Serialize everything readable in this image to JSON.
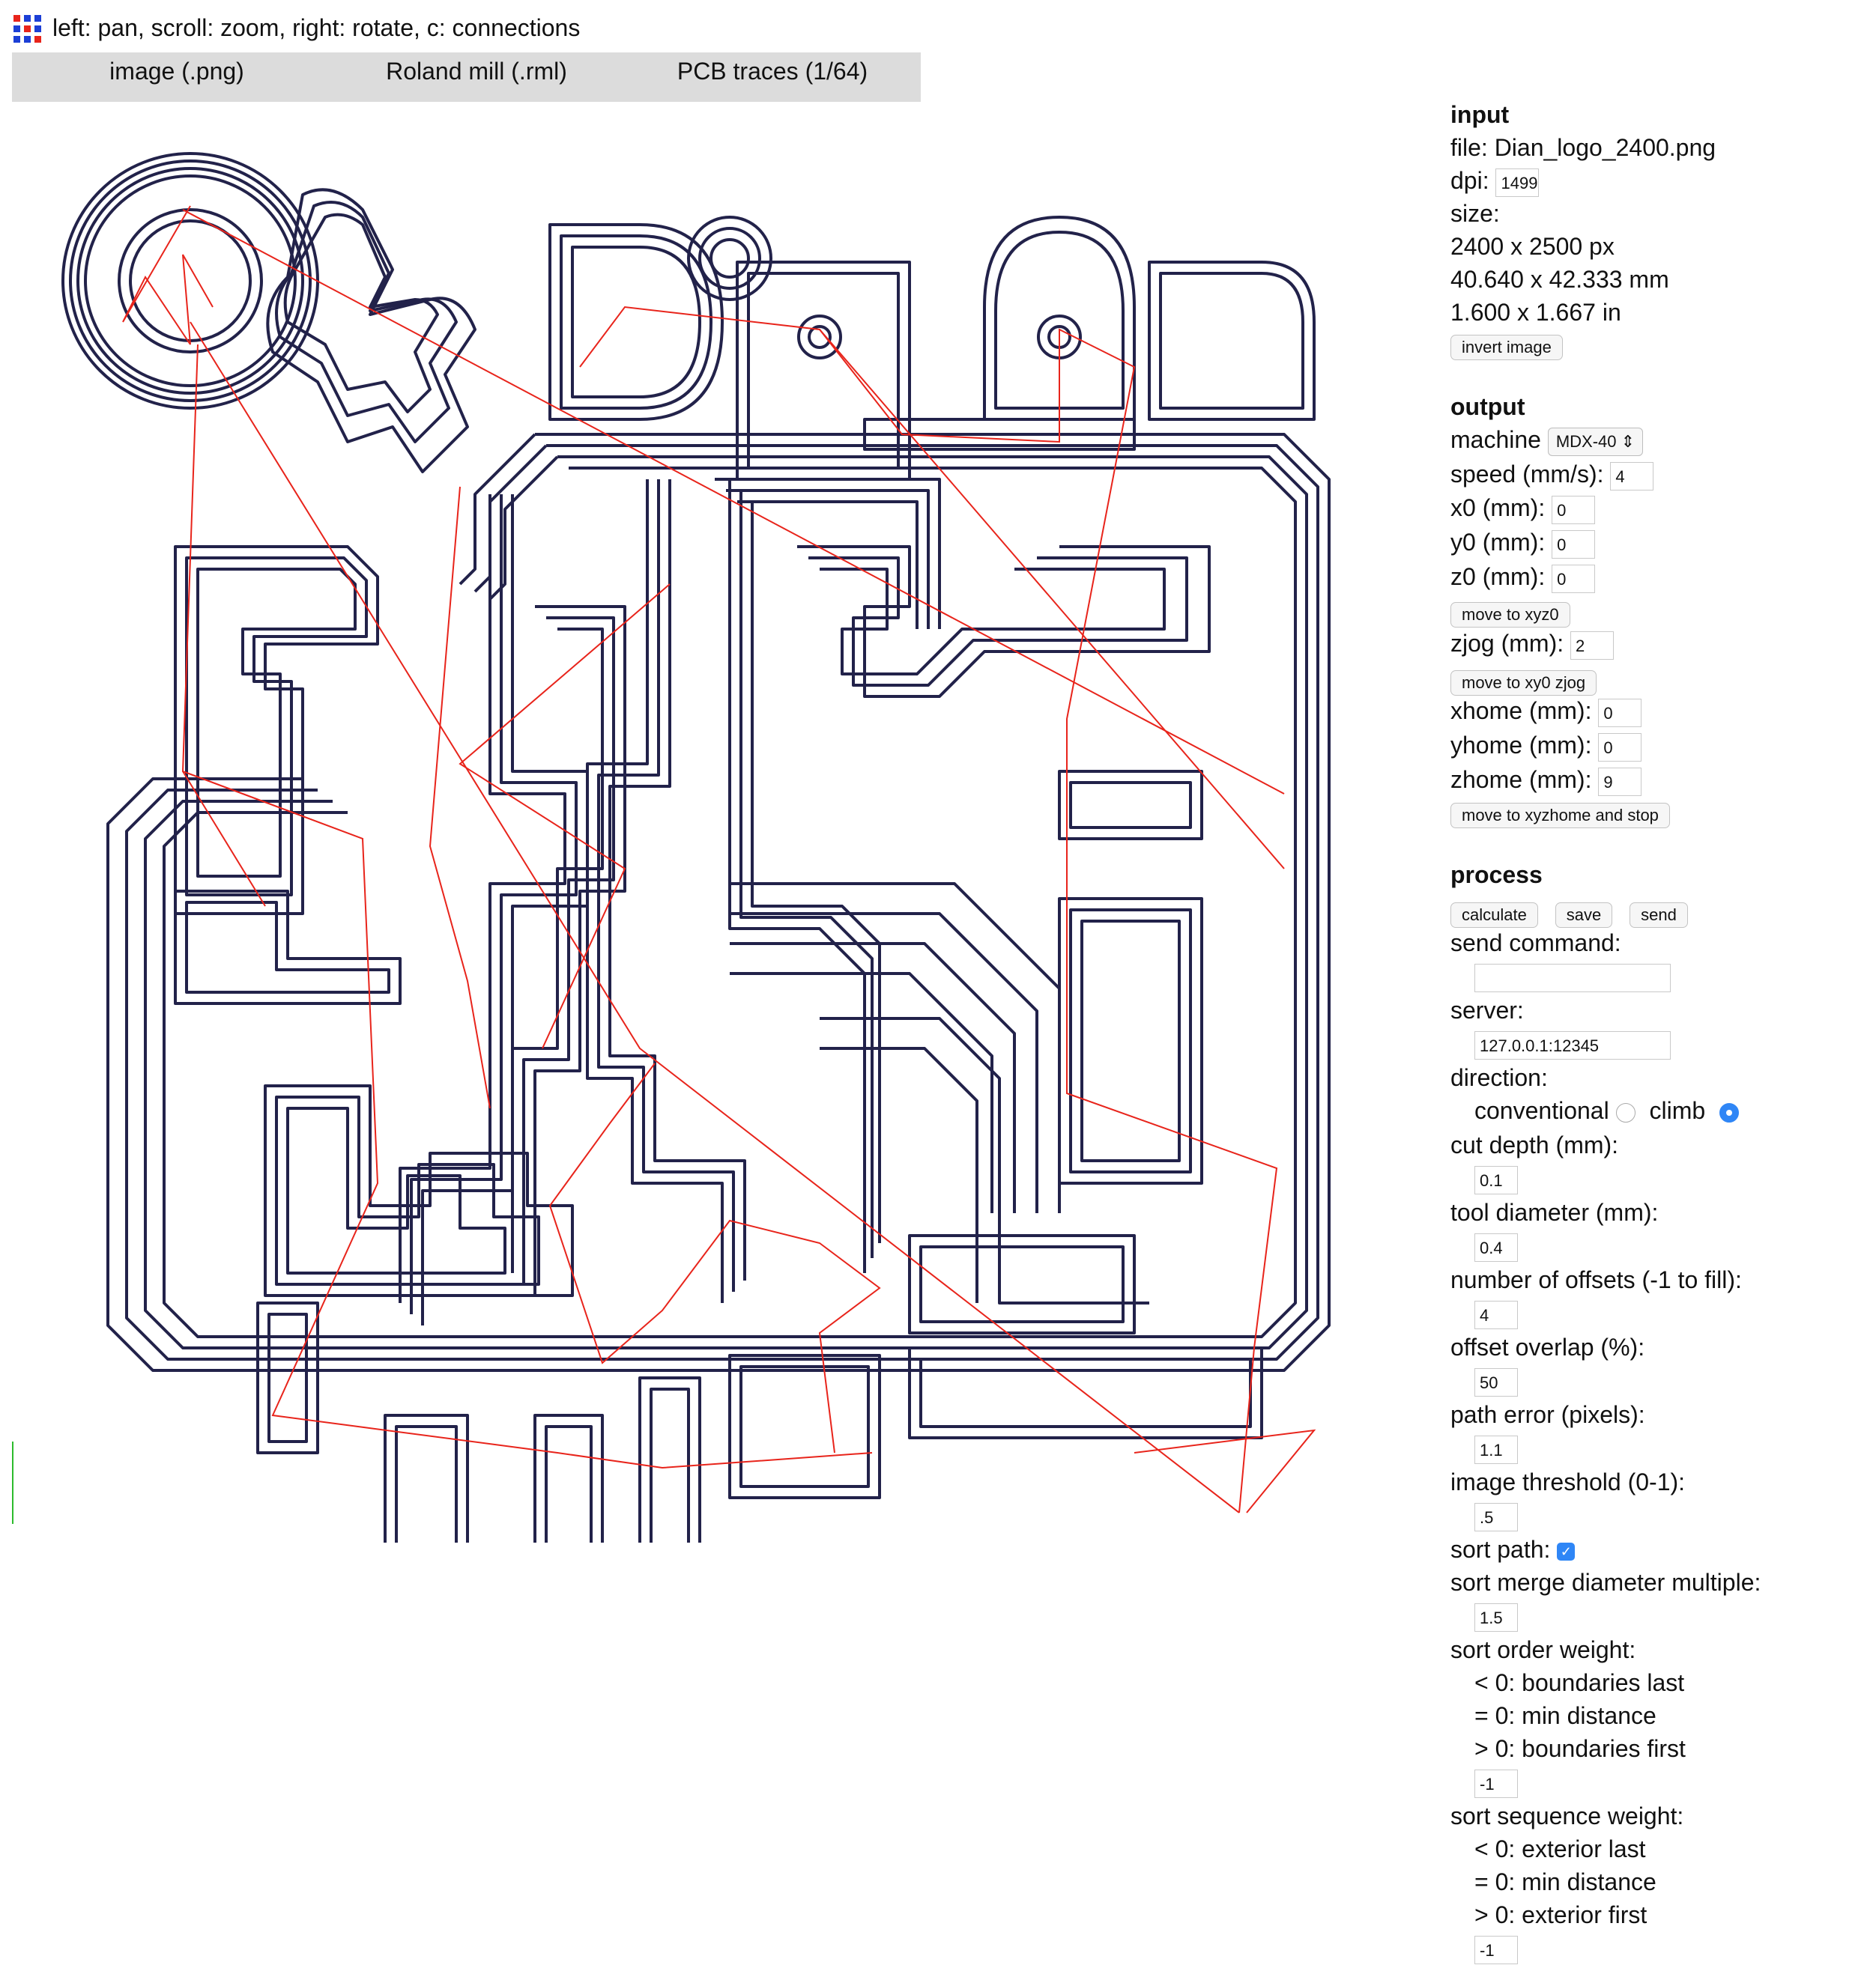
{
  "header": {
    "hint": "left: pan, scroll: zoom, right: rotate, c: connections",
    "colors": {
      "red": "#e8241b",
      "blue": "#1c3fd6",
      "accent": "#2f86f6",
      "trace": "#22224a",
      "link": "#e8241b"
    }
  },
  "tabs": [
    {
      "label": "image (.png)"
    },
    {
      "label": "Roland mill (.rml)"
    },
    {
      "label": "PCB traces (1/64)"
    }
  ],
  "input": {
    "heading": "input",
    "file": "file: Dian_logo_2400.png",
    "dpi_label": "dpi:",
    "dpi_value": "1499",
    "size_label": "size:",
    "size_px": "2400 x 2500 px",
    "size_mm": "40.640 x 42.333 mm",
    "size_in": "1.600 x 1.667 in",
    "invert_button": "invert image"
  },
  "output": {
    "heading": "output",
    "machine_label": "machine",
    "machine_value": "MDX-40",
    "speed_label": "speed (mm/s):",
    "speed_value": "4",
    "x0_label": "x0 (mm):",
    "x0_value": "0",
    "y0_label": "y0 (mm):",
    "y0_value": "0",
    "z0_label": "z0 (mm):",
    "z0_value": "0",
    "move_xyz0": "move to xyz0",
    "zjog_label": "zjog (mm):",
    "zjog_value": "2",
    "move_xy0_zjog": "move to xy0 zjog",
    "xhome_label": "xhome (mm):",
    "xhome_value": "0",
    "yhome_label": "yhome (mm):",
    "yhome_value": "0",
    "zhome_label": "zhome (mm):",
    "zhome_value": "9",
    "move_home": "move to xyzhome and stop"
  },
  "process": {
    "heading": "process",
    "calculate": "calculate",
    "save": "save",
    "send": "send",
    "send_command_label": "send command:",
    "send_command_value": "",
    "server_label": "server:",
    "server_value": "127.0.0.1:12345",
    "direction_label": "direction:",
    "conventional": "conventional",
    "climb": "climb",
    "direction_selected": "climb",
    "cut_depth_label": "cut depth (mm):",
    "cut_depth_value": "0.1",
    "tool_diameter_label": "tool diameter (mm):",
    "tool_diameter_value": "0.4",
    "offsets_label": "number of offsets (-1 to fill):",
    "offsets_value": "4",
    "overlap_label": "offset overlap (%):",
    "overlap_value": "50",
    "path_error_label": "path error (pixels):",
    "path_error_value": "1.1",
    "threshold_label": "image threshold (0-1):",
    "threshold_value": ".5",
    "sort_path_label": "sort path:",
    "sort_path_checked": true,
    "merge_label": "sort merge diameter multiple:",
    "merge_value": "1.5",
    "order_label": "sort order weight:",
    "order_lt": "< 0: boundaries last",
    "order_eq": "= 0: min distance",
    "order_gt": "> 0: boundaries first",
    "order_value": "-1",
    "sequence_label": "sort sequence weight:",
    "seq_lt": "< 0: exterior last",
    "seq_eq": "= 0: min distance",
    "seq_gt": "> 0: exterior first",
    "sequence_value": "-1"
  }
}
